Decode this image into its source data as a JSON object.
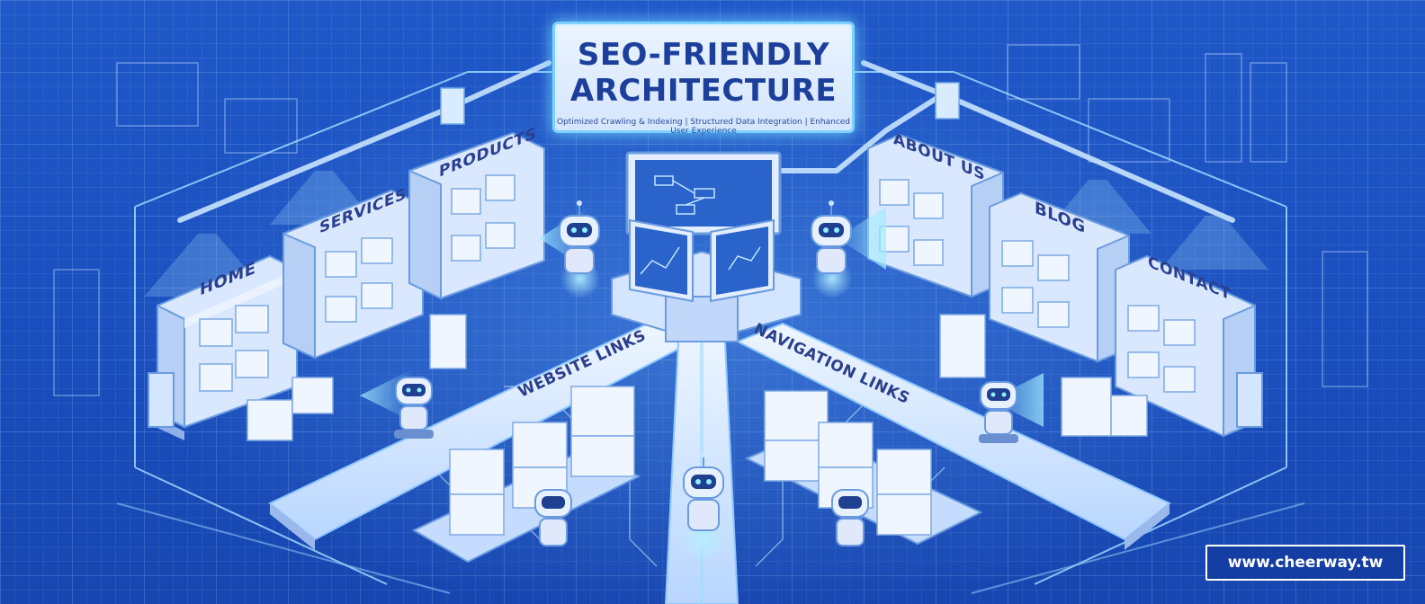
{
  "title": {
    "line1": "SEO-FRIENDLY",
    "line2": "ARCHITECTURE",
    "subtitle": "Optimized Crawling & Indexing | Structured Data Integration | Enhanced User Experience"
  },
  "sections": {
    "home": "HOME",
    "services": "SERVICES",
    "products": "PRODUCTS",
    "about": "ABOUT US",
    "blog": "BLOG",
    "contact": "CONTACT"
  },
  "belts": {
    "left": "WEBSITE LINKS",
    "right": "NAVIGATION LINKS"
  },
  "watermark": "www.cheerway.tw",
  "colors": {
    "background": "#1b4fb8",
    "panel": "#e3eeff",
    "glow": "#7fd0ff",
    "text": "#2a3f8f"
  }
}
